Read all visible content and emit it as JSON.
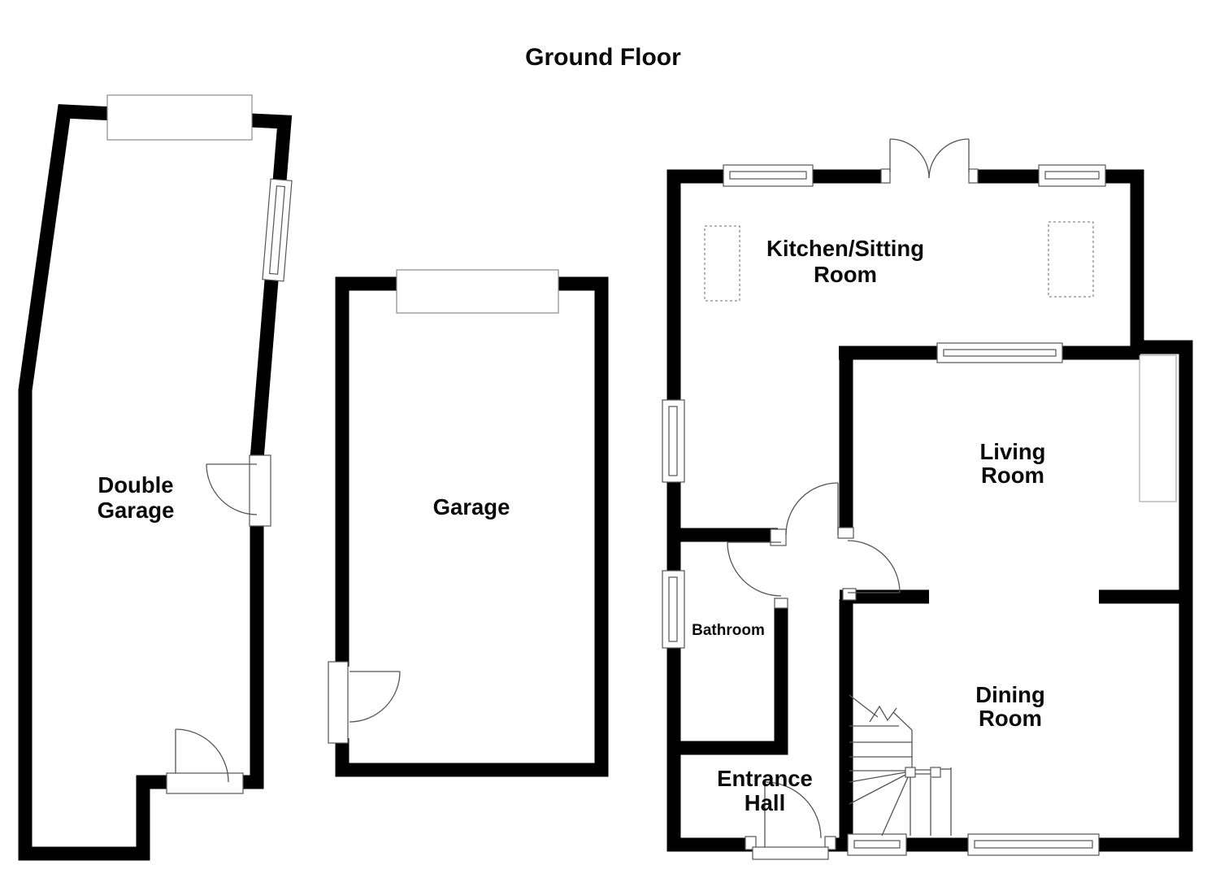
{
  "title": "Ground Floor",
  "colors": {
    "wall": "#000000",
    "line": "#555555",
    "background": "#ffffff",
    "text": "#0a0a0a"
  },
  "floorplan": {
    "rooms": [
      {
        "id": "double-garage",
        "lines": [
          "Double",
          "Garage"
        ]
      },
      {
        "id": "garage",
        "lines": [
          "Garage"
        ]
      },
      {
        "id": "kitchen-sitting-room",
        "lines": [
          "Kitchen/Sitting",
          "Room"
        ]
      },
      {
        "id": "living-room",
        "lines": [
          "Living",
          "Room"
        ]
      },
      {
        "id": "bathroom",
        "lines": [
          "Bathroom"
        ]
      },
      {
        "id": "dining-room",
        "lines": [
          "Dining",
          "Room"
        ]
      },
      {
        "id": "entrance-hall",
        "lines": [
          "Entrance",
          "Hall"
        ]
      }
    ]
  }
}
